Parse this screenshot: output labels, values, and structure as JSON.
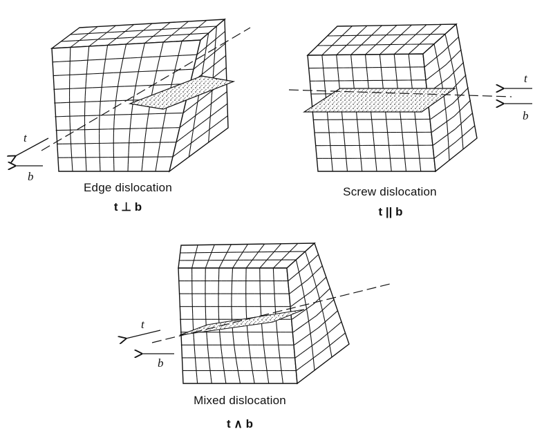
{
  "panels": {
    "edge": {
      "caption": "Edge dislocation",
      "relation": "t ⊥ b",
      "t_label": "t",
      "b_label": "b"
    },
    "screw": {
      "caption": "Screw dislocation",
      "relation": "t || b",
      "t_label": "t",
      "b_label": "b"
    },
    "mixed": {
      "caption": "Mixed dislocation",
      "relation": "t ∧ b",
      "t_label": "t",
      "b_label": "b"
    }
  }
}
